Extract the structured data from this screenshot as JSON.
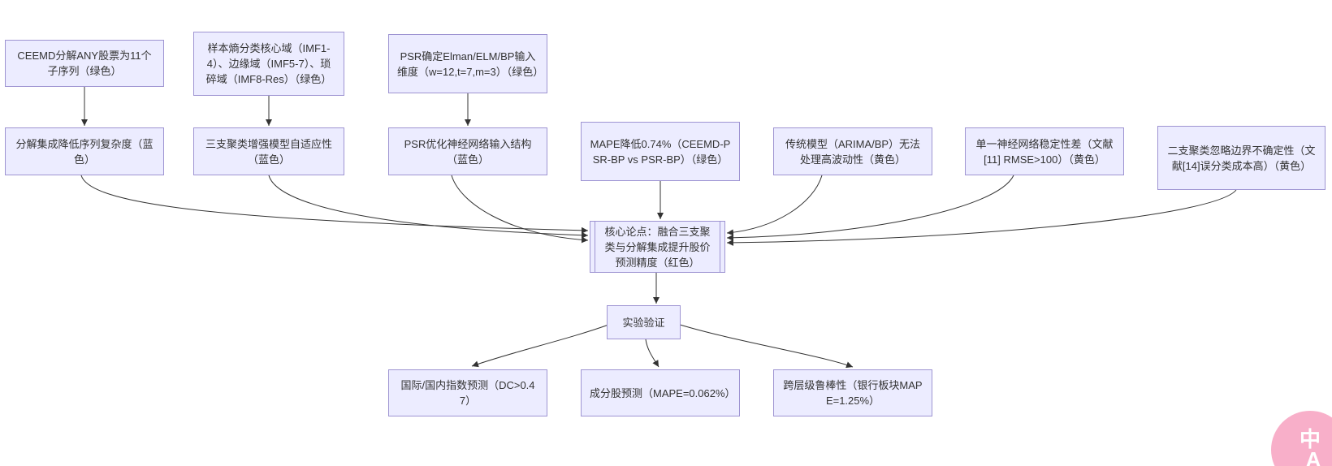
{
  "diagram": {
    "nodes": {
      "ceemd": {
        "text": "CEEMD分解ANY股票为11个子序列（绿色）"
      },
      "entropy": {
        "text": "样本熵分类核心域（IMF1-4）、边缘域（IMF5-7）、琐碎域（IMF8-Res）（绿色）"
      },
      "psr_dim": {
        "text": "PSR确定Elman/ELM/BP输入维度（w=12,t=7,m=3）（绿色）"
      },
      "decomp": {
        "text": "分解集成降低序列复杂度（蓝色）"
      },
      "three_way": {
        "text": "三支聚类增强模型自适应性（蓝色）"
      },
      "psr_opt": {
        "text": "PSR优化神经网络输入结构（蓝色）"
      },
      "mape": {
        "text": "MAPE降低0.74%（CEEMD-PSR-BP vs PSR-BP）（绿色）"
      },
      "traditional": {
        "text": "传统模型（ARIMA/BP）无法处理高波动性（黄色）"
      },
      "single_nn": {
        "text": "单一神经网络稳定性差（文献[11] RMSE>100）（黄色）"
      },
      "two_way": {
        "text": "二支聚类忽略边界不确定性（文献[14]误分类成本高）（黄色）"
      },
      "core": {
        "text": "核心论点：融合三支聚类与分解集成提升股价预测精度（红色）"
      },
      "experiment": {
        "text": "实验验证"
      },
      "index_pred": {
        "text": "国际/国内指数预测（DC>0.47）"
      },
      "stock_pred": {
        "text": "成分股预测（MAPE=0.062%）"
      },
      "robustness": {
        "text": "跨层级鲁棒性（银行板块MAPE=1.25%）"
      }
    },
    "colors": {
      "node_fill": "#ECECFF",
      "node_border": "#9e94d2",
      "edge": "#333333"
    }
  },
  "watermark": {
    "glyph_top": "中",
    "glyph_bottom": "A",
    "bg": "#f8afc9",
    "fg": "#ffffff"
  }
}
